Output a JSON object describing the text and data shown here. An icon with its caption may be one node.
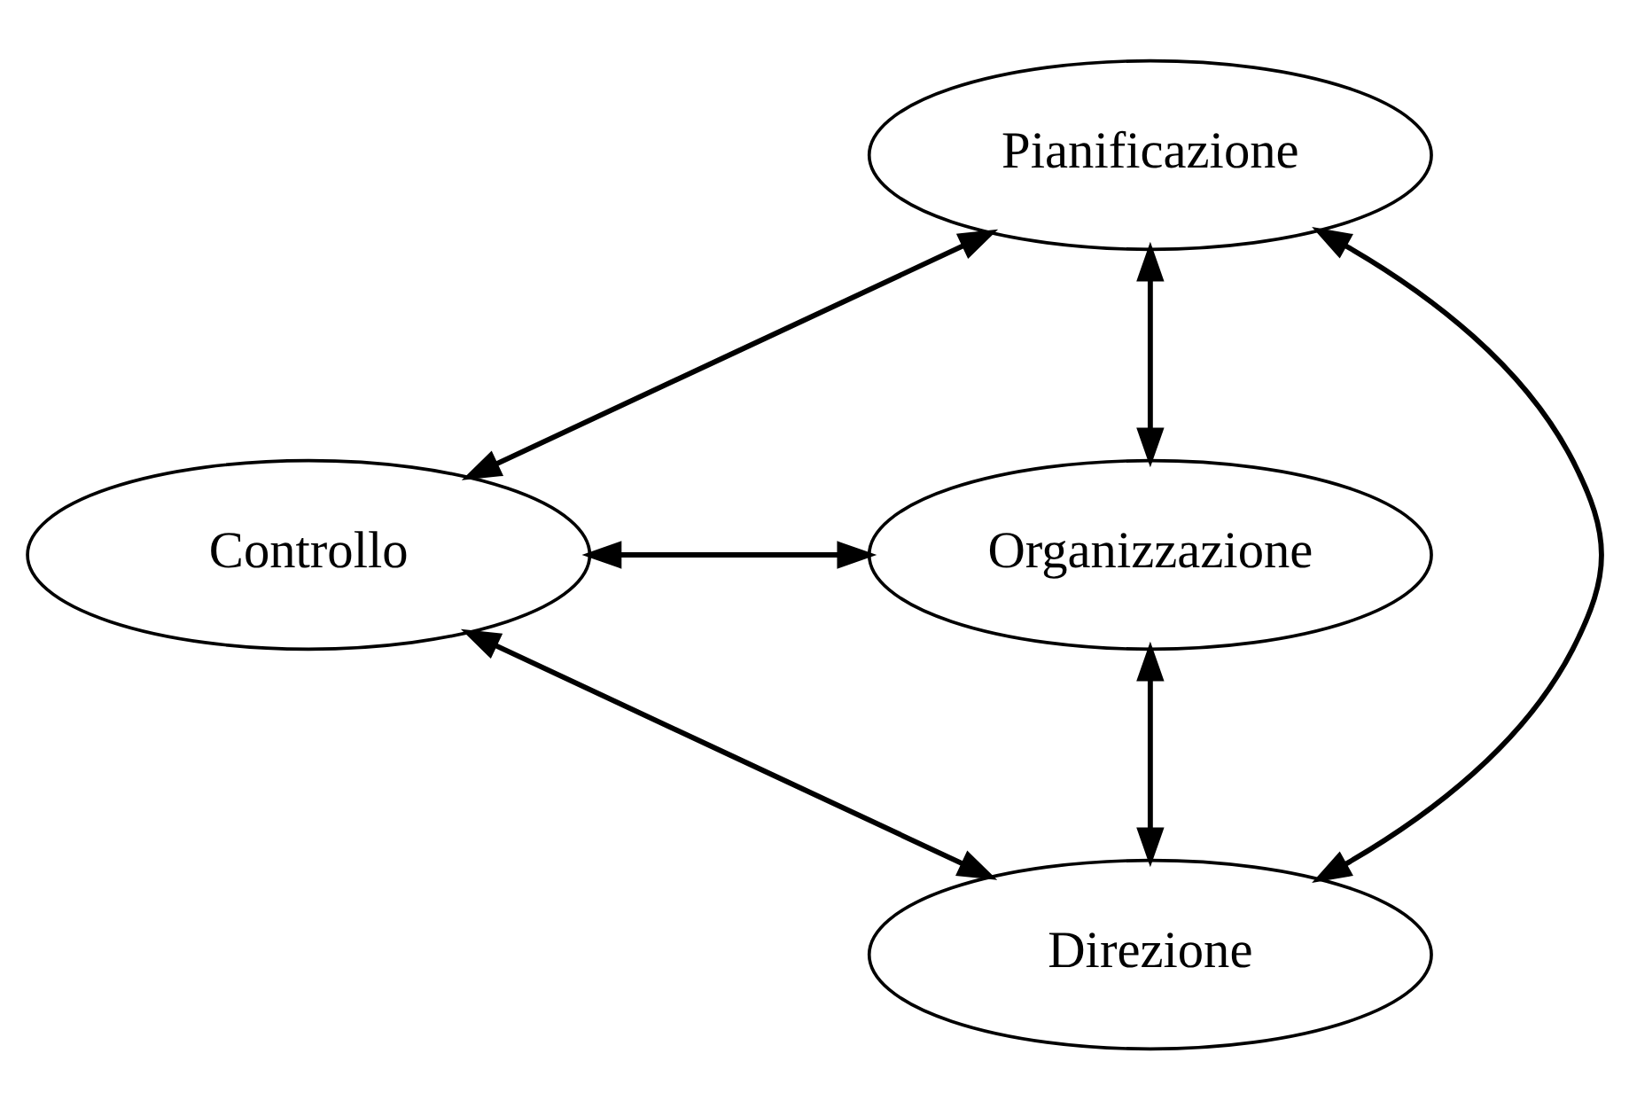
{
  "diagram": {
    "nodes": [
      {
        "text": [
          "Pianificazione"
        ]
      },
      {
        "text": [
          "Controllo"
        ]
      },
      {
        "text": [
          "Organizzazione"
        ]
      },
      {
        "text": [
          "Direzione"
        ]
      }
    ],
    "edges": [
      {
        "from": 0,
        "to": 1,
        "arrow": "both"
      },
      {
        "from": 0,
        "to": 2,
        "arrow": "both"
      },
      {
        "from": 1,
        "to": 3,
        "arrow": "both"
      },
      {
        "from": 2,
        "to": 3,
        "arrow": "both"
      },
      {
        "from": 0,
        "to": 3,
        "arrow": "both"
      },
      {
        "from": 1,
        "to": 2,
        "arrow": "both"
      }
    ]
  }
}
